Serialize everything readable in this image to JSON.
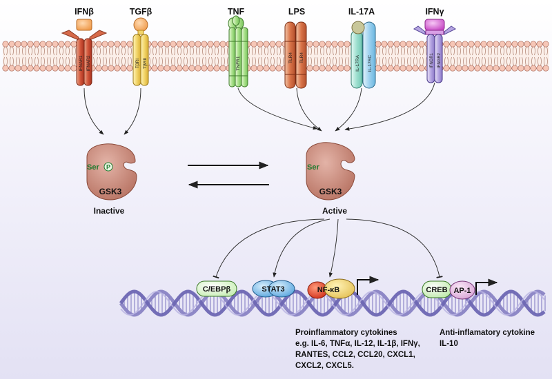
{
  "ligands": {
    "ifnb": "IFNβ",
    "tgfb": "TGFβ",
    "tnf": "TNF",
    "lps": "LPS",
    "il17a": "IL-17A",
    "ifng": "IFNγ"
  },
  "receptors": {
    "ifnar1": "IFNAR1",
    "ifnar2": "IFNAR2",
    "tbri": "TβRI",
    "tbrii": "TβRII",
    "tnfr1": "TNFR1",
    "tlr4_a": "TLR4",
    "tlr4_b": "TLR4",
    "il17ra": "IL-17RA",
    "il17rc": "IL-17RC",
    "ifngr1": "IFNGR1",
    "ifngr2": "IFNGR2"
  },
  "gsk3": {
    "inactive": {
      "name": "GSK3",
      "ser": "Ser",
      "phospho": "P",
      "state": "Inactive"
    },
    "active": {
      "name": "GSK3",
      "ser": "Ser",
      "state": "Active"
    }
  },
  "transcription_factors": {
    "cebpb": "C/EBPβ",
    "stat3": "STAT3",
    "nfkb": "NF-κB",
    "creb": "CREB",
    "ap1": "AP-1"
  },
  "outputs": {
    "proinflammatory": {
      "title": "Proinflammatory cytokines",
      "line1": "e.g. IL-6, TNFα, IL-12, IL-1β, IFNγ,",
      "line2": "RANTES, CCL2, CCL20, CXCL1,",
      "line3": "CXCL2, CXCL5."
    },
    "antiinflammatory": {
      "title": "Anti-inflamatory cytokine",
      "line1": "IL-10"
    }
  },
  "colors": {
    "gsk3": "#c98a7c",
    "ser": "#1f7a2e",
    "membrane_head": "#f6c6b6",
    "dna": "#8a84c4"
  }
}
